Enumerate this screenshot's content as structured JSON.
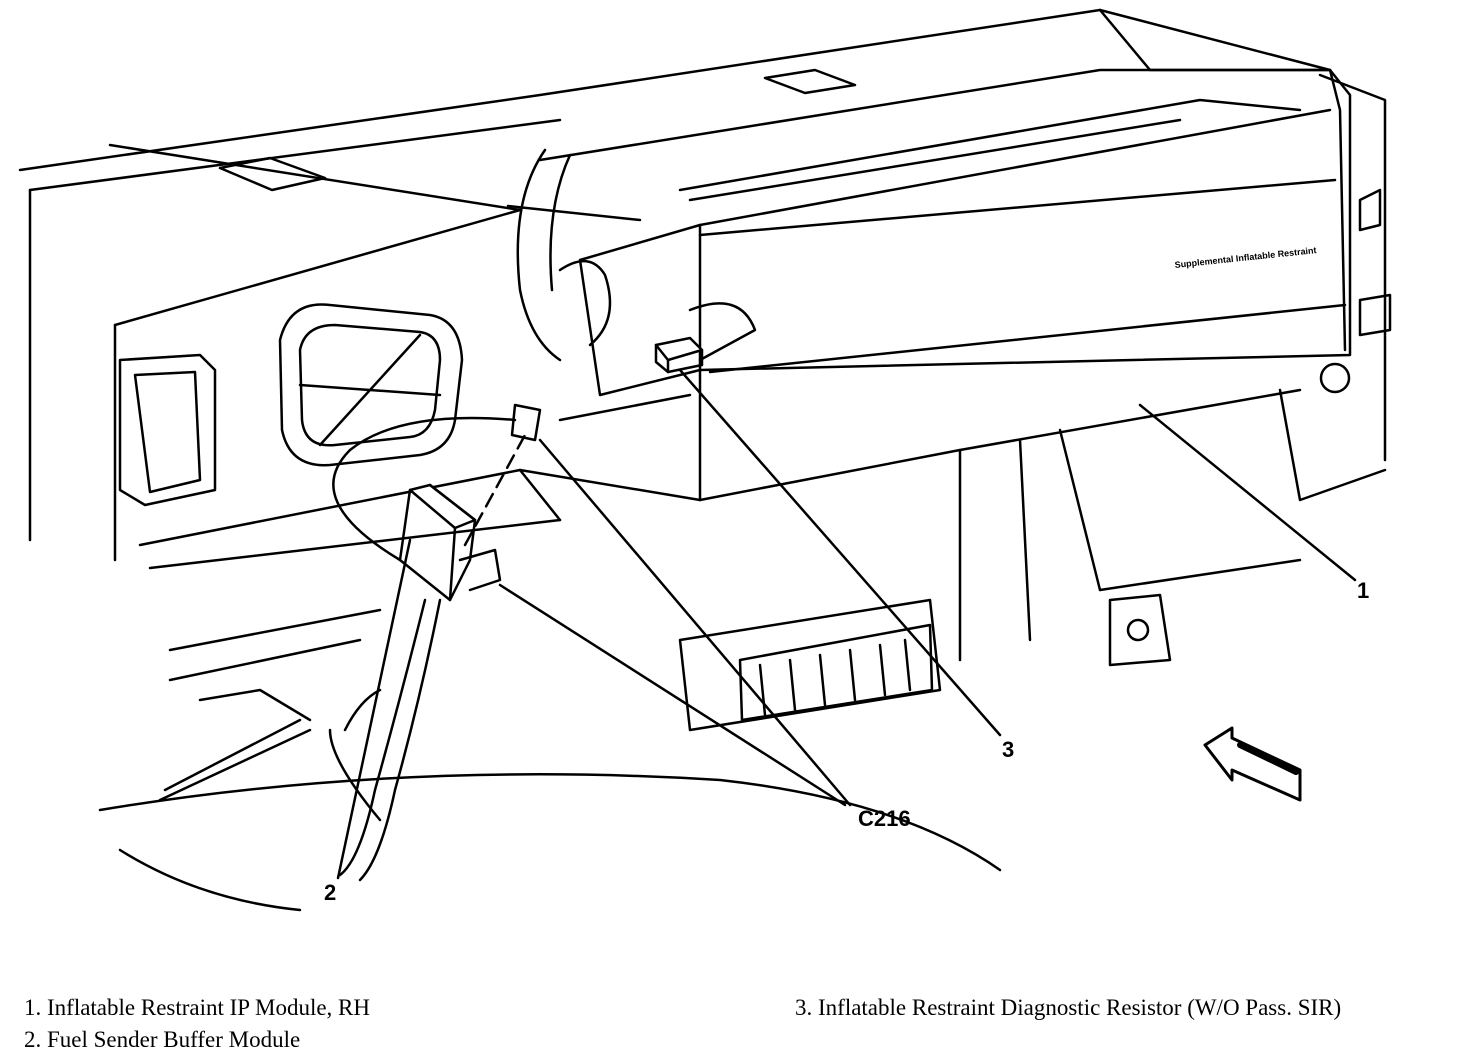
{
  "callouts": {
    "c1": "1",
    "c2": "2",
    "c3": "3",
    "c216": "C216"
  },
  "panel_label": "Supplemental Inflatable Restraint",
  "legend": {
    "item1": "1. Inflatable Restraint IP Module, RH",
    "item2": "2. Fuel Sender Buffer Module",
    "item3": "3. Inflatable Restraint Diagnostic Resistor (W/O Pass. SIR)"
  }
}
